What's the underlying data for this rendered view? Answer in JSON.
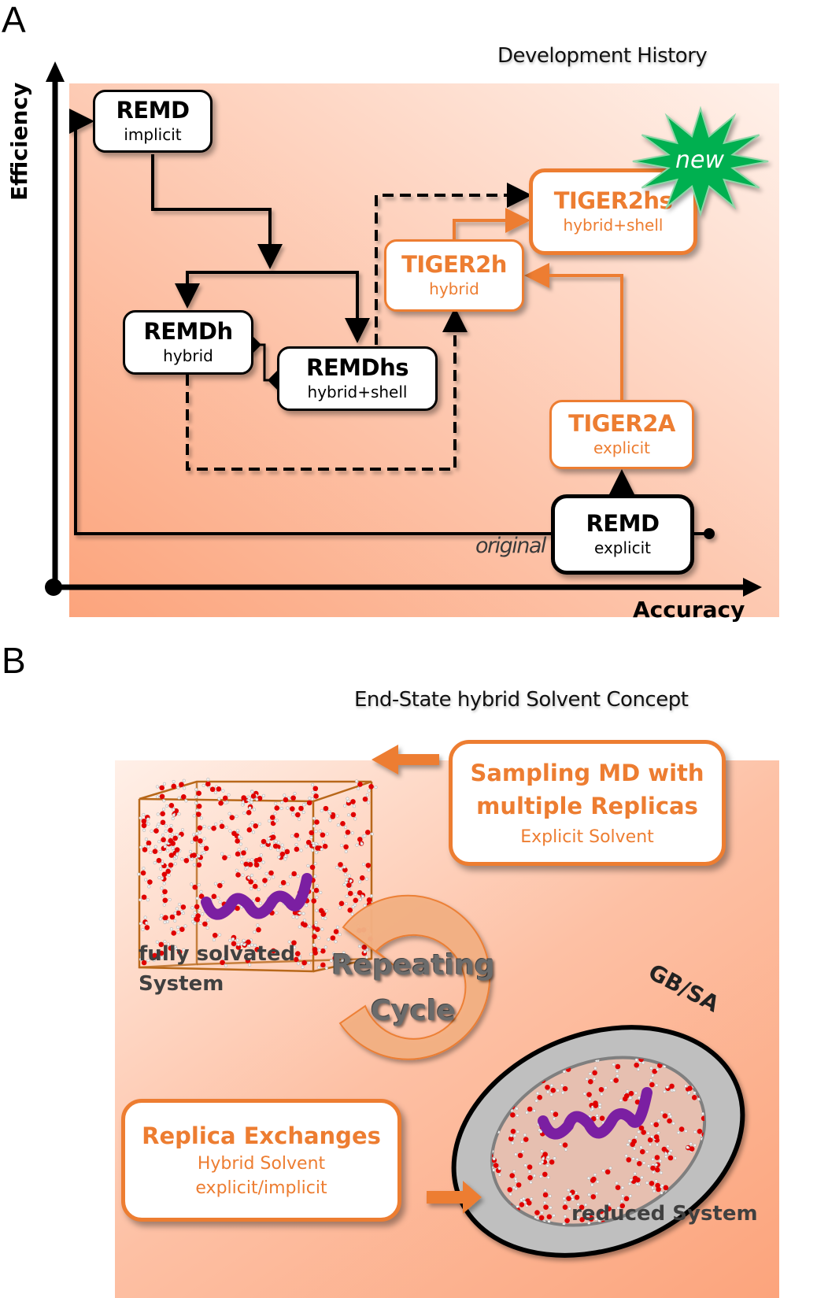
{
  "panel_a": {
    "letter": "A",
    "title": "Development History",
    "y_axis_label": "Efficiency",
    "x_axis_label": "Accuracy",
    "origin_label": "original",
    "badge": "new",
    "colors": {
      "black_node": "#000000",
      "orange_node": "#ed7d31",
      "badge_green": "#00b050"
    },
    "nodes": [
      {
        "id": "remd-implicit",
        "title": "REMD",
        "subtitle": "implicit",
        "style": "black"
      },
      {
        "id": "remdh",
        "title": "REMDh",
        "subtitle": "hybrid",
        "style": "black"
      },
      {
        "id": "remdhs",
        "title": "REMDhs",
        "subtitle": "hybrid+shell",
        "style": "black"
      },
      {
        "id": "tiger2h",
        "title": "TIGER2h",
        "subtitle": "hybrid",
        "style": "orange"
      },
      {
        "id": "tiger2hs",
        "title": "TIGER2hs",
        "subtitle": "hybrid+shell",
        "style": "orange"
      },
      {
        "id": "tiger2a",
        "title": "TIGER2A",
        "subtitle": "explicit",
        "style": "orange"
      },
      {
        "id": "remd-explicit",
        "title": "REMD",
        "subtitle": "explicit",
        "style": "black"
      }
    ],
    "edges": [
      {
        "from": "remd-explicit",
        "to": "remd-implicit",
        "line": "solid"
      },
      {
        "from": "remd-implicit",
        "to": "remdh",
        "line": "solid"
      },
      {
        "from": "remd-implicit",
        "to": "remdhs",
        "line": "solid"
      },
      {
        "from": "remdh",
        "to": "remdhs",
        "line": "solid"
      },
      {
        "from": "remdh",
        "to": "tiger2h",
        "line": "dashed"
      },
      {
        "from": "remdhs",
        "to": "tiger2hs",
        "line": "dashed"
      },
      {
        "from": "tiger2h",
        "to": "tiger2hs",
        "line": "orange"
      },
      {
        "from": "tiger2a",
        "to": "tiger2h",
        "line": "orange"
      },
      {
        "from": "remd-explicit",
        "to": "tiger2a",
        "line": "solid"
      }
    ]
  },
  "panel_b": {
    "letter": "B",
    "title": "End-State hybrid Solvent Concept",
    "sampling_box": {
      "title_line1": "Sampling MD with",
      "title_line2": "multiple Replicas",
      "subtitle": "Explicit Solvent"
    },
    "exchange_box": {
      "title": "Replica Exchanges",
      "subtitle_line1": "Hybrid Solvent",
      "subtitle_line2": "explicit/implicit"
    },
    "full_system_caption": {
      "line1": "fully solvated",
      "line2": "System"
    },
    "reduced_system_caption": "reduced System",
    "cycle_label": {
      "line1": "Repeating",
      "line2": "Cycle"
    },
    "shell_label": "GB/SA",
    "colors": {
      "accent": "#ed7d31",
      "cycle_fill": "#f4b183",
      "shell_gray": "#bfbfbf",
      "helix": "#7b1fa2",
      "oxygen": "#e00000"
    }
  }
}
